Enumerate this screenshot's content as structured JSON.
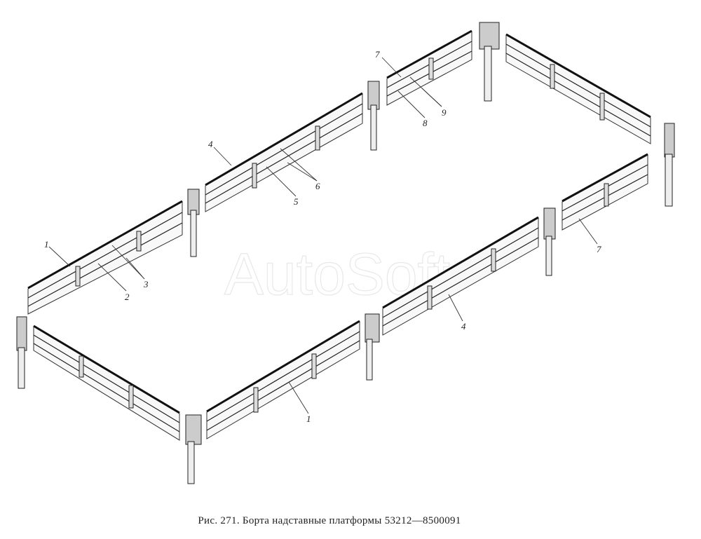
{
  "caption": "Рис. 271. Борта надставные платформы 53212—8500091",
  "watermark": "AutoSoft",
  "callouts": {
    "c1_left": "1",
    "c2": "2",
    "c3": "3",
    "c4_top": "4",
    "c5": "5",
    "c6": "6",
    "c7_top": "7",
    "c8": "8",
    "c9": "9",
    "c1_front": "1",
    "c4_front": "4",
    "c7_right": "7"
  }
}
